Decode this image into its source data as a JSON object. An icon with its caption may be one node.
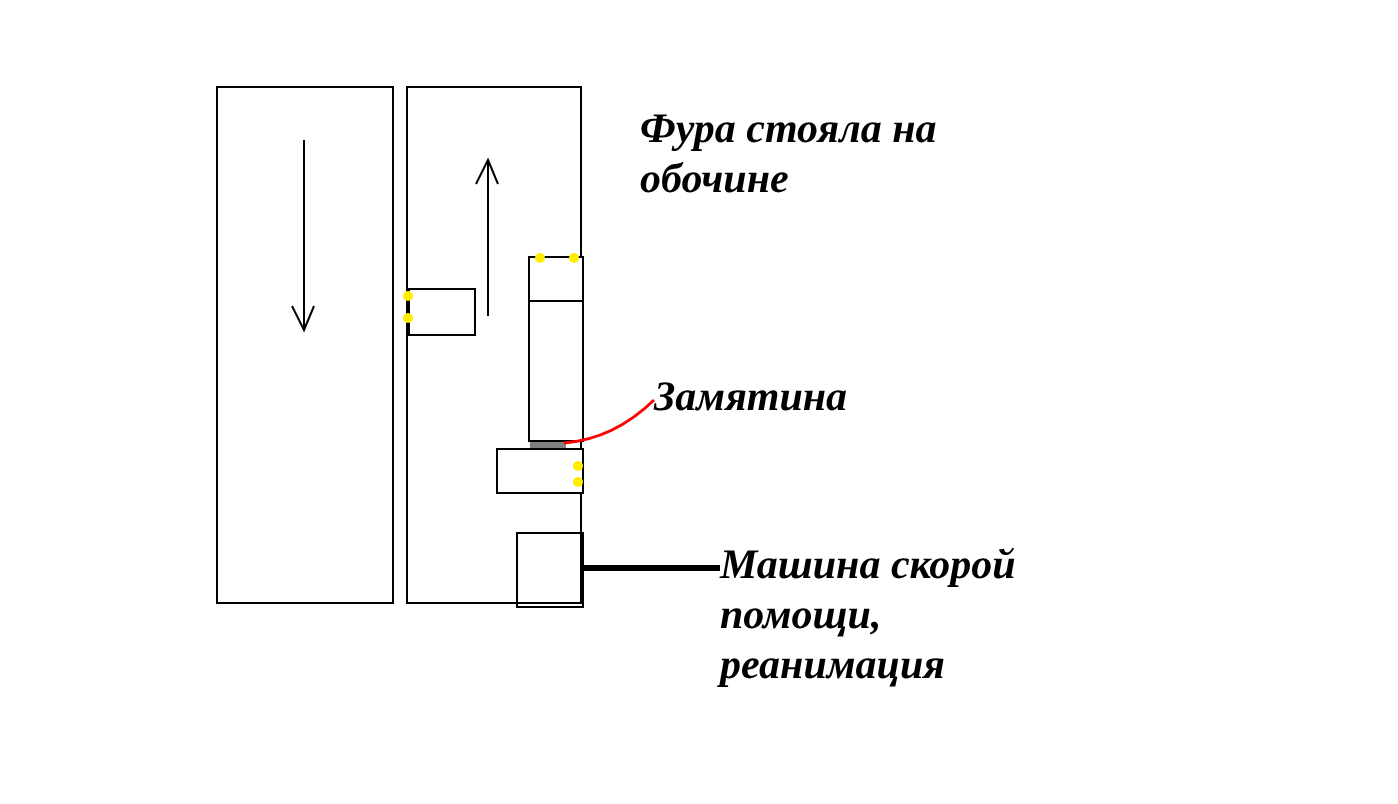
{
  "diagram": {
    "nodes": [
      {
        "text": [],
        "shape": "box"
      },
      {
        "text": [],
        "shape": "box"
      },
      {
        "text": [],
        "shape": "box",
        "in": 1
      },
      {
        "text": [],
        "shape": "box",
        "in": 1
      },
      {
        "text": [],
        "shape": "box",
        "in": 1
      },
      {
        "text": [],
        "shape": "box",
        "in": 1
      },
      {
        "text": [],
        "shape": "box",
        "in": 1
      },
      {
        "text": [],
        "shape": "bar",
        "in": 1
      },
      {
        "text": [
          "Замятина"
        ]
      },
      {
        "text": [
          "Машина скорой помощи, реанимация"
        ]
      }
    ],
    "edges": [
      {
        "from": 8,
        "to": 7,
        "arrow": "none",
        "color": "#ff0000"
      },
      {
        "from": 9,
        "to": 6,
        "arrow": "none",
        "style": "thick",
        "color": "#000000"
      }
    ],
    "labels": [
      "Фура стояла на обочине"
    ]
  }
}
